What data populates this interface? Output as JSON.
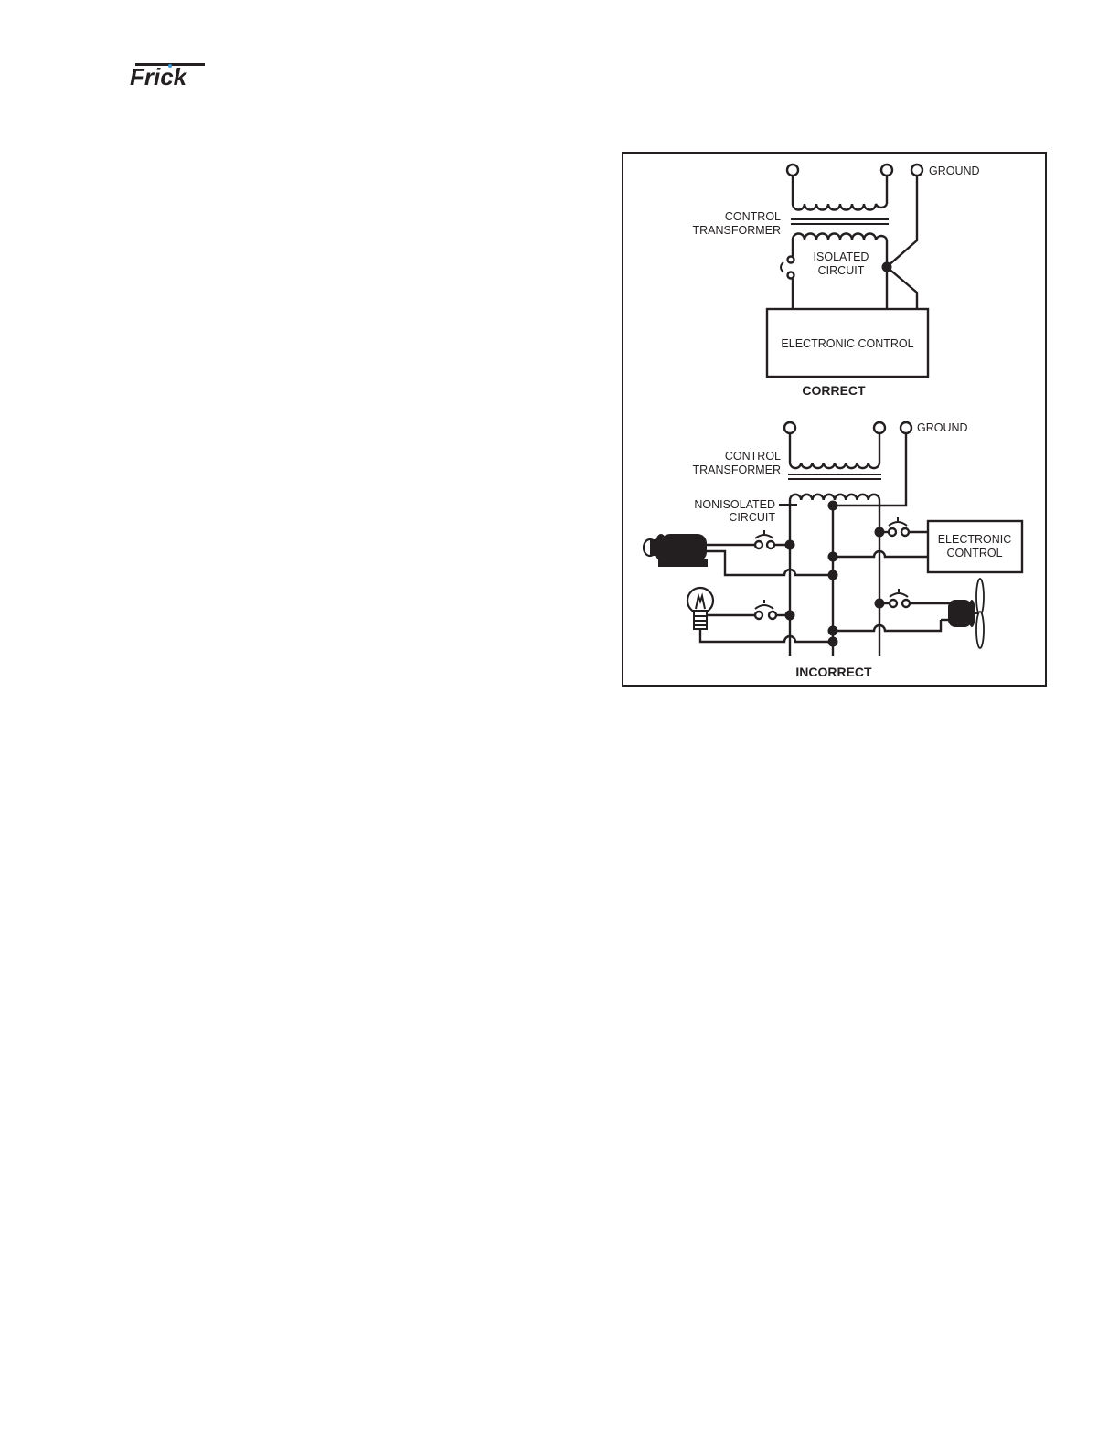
{
  "header": {
    "logo_text": "Frick",
    "logo_color": "#231f20",
    "logo_dot_color": "#3a9ad9"
  },
  "figure": {
    "border_color": "#231f20",
    "correct": {
      "ground_label": "GROUND",
      "transformer_label_line1": "CONTROL",
      "transformer_label_line2": "TRANSFORMER",
      "circuit_label_line1": "ISOLATED",
      "circuit_label_line2": "CIRCUIT",
      "control_box_label": "ELECTRONIC CONTROL",
      "caption": "CORRECT"
    },
    "incorrect": {
      "ground_label": "GROUND",
      "transformer_label_line1": "CONTROL",
      "transformer_label_line2": "TRANSFORMER",
      "circuit_label_line1": "NONISOLATED",
      "circuit_label_line2": "CIRCUIT",
      "control_box_label_line1": "ELECTRONIC",
      "control_box_label_line2": "CONTROL",
      "caption": "INCORRECT",
      "devices": [
        "motor-icon",
        "light-bulb-icon",
        "fan-icon"
      ]
    }
  }
}
